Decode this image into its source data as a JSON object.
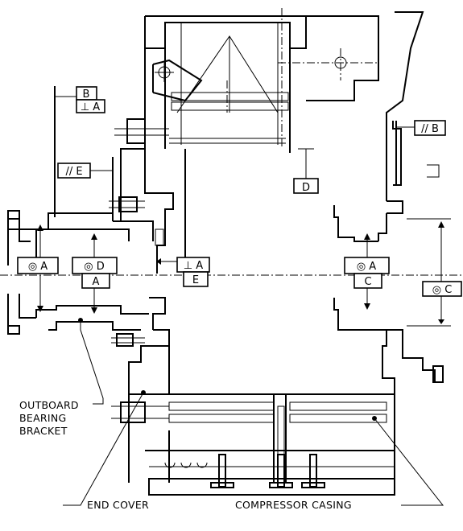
{
  "frames": {
    "b_perp_a": {
      "top": "B",
      "bottom": "⊥ A"
    },
    "parallel_e": "// E",
    "parallel_b": "// B",
    "datum_d": "D",
    "conc_a_left": "◎ A",
    "conc_d": "◎ D",
    "datum_a": "A",
    "perp_a": {
      "top": "⊥ A",
      "bottom": "E"
    },
    "conc_a_right": {
      "top": "◎ A",
      "bottom": "C"
    },
    "conc_c": "◎ C"
  },
  "callouts": {
    "outboard": [
      "OUTBOARD",
      "BEARING",
      "BRACKET"
    ],
    "end_cover": "END COVER",
    "compressor_casing": "COMPRESSOR CASING"
  }
}
